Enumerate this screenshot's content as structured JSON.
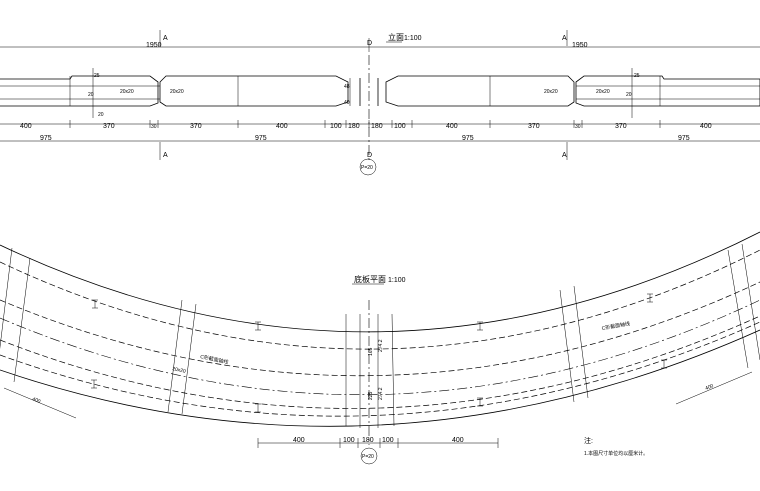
{
  "elevation": {
    "title": "立面",
    "scale": "1:100",
    "total_left": "1950",
    "total_right": "1950",
    "section_mark_a": "A",
    "section_mark_d": "D",
    "bottom_dims": [
      "400",
      "370",
      "30",
      "370",
      "400",
      "100",
      "180",
      "180",
      "100",
      "400",
      "370",
      "30",
      "370",
      "400"
    ],
    "half_spans": [
      "975",
      "975",
      "975",
      "975"
    ],
    "labels_20x20": [
      "20x20",
      "20x20",
      "20x20",
      "20x20"
    ],
    "side_dims": [
      "20",
      "25",
      "20",
      "20",
      "48",
      "40"
    ],
    "pier_tag": "P=20"
  },
  "plan": {
    "title": "底板平面",
    "scale": "1:100",
    "curve_label_left": "C形截面轴线",
    "curve_label_right": "C形截面轴线",
    "label_20x20": "20x20",
    "arc_dim_left": "400",
    "arc_dim_right": "400",
    "bottom_dims": [
      "400",
      "100",
      "180",
      "100",
      "400"
    ],
    "center_dims": [
      "274.2",
      "274.2",
      "165",
      "225"
    ],
    "pier_tag": "P=20"
  },
  "notes": {
    "heading": "注:",
    "line1": "1.本图尺寸单位均以厘米计。"
  }
}
